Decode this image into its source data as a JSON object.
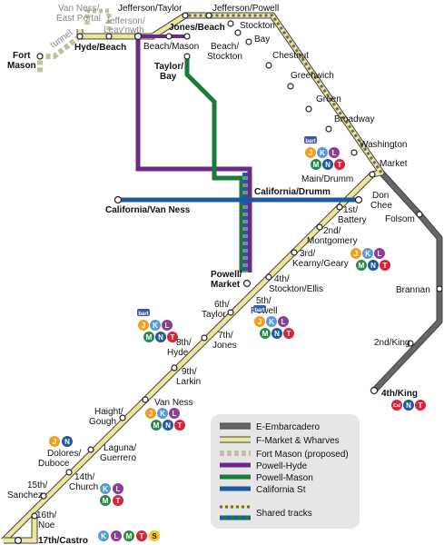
{
  "colors": {
    "e_embarcadero": "#5a5a5a",
    "f_market": "#e8e3a0",
    "fort_mason": "#c2c0a0",
    "powell_hyde": "#6b2a88",
    "powell_mason": "#1a7a3a",
    "california": "#1b5aa0",
    "line_outline": "#444444",
    "badge_J": "#f0a020",
    "badge_K": "#5b9bd5",
    "badge_L": "#8e3c9a",
    "badge_M": "#2a8a4a",
    "badge_N": "#1f5a9a",
    "badge_T": "#d6243a",
    "badge_S": "#f5c518",
    "badge_muni": "#3a5ab0",
    "legend_bg": "#e6e6e6"
  },
  "stations": {
    "van_ness_east_portal": "Van Ness/\nEast Portal",
    "tunnel": "tunnel",
    "fort_mason": "Fort\nMason",
    "jefferson_leav": "Jefferson/\nLeav'nwth",
    "jefferson_taylor": "Jefferson/Taylor",
    "jefferson_powell": "Jefferson/Powell",
    "hyde_beach": "Hyde/Beach",
    "jones_beach": "Jones/Beach",
    "beach_mason": "Beach/Mason",
    "beach_stockton": "Beach/\nStockton",
    "stockton": "Stockton",
    "bay": "Bay",
    "chestnut": "Chestnut",
    "greenwich": "Greenwich",
    "green": "Green",
    "broadway": "Broadway",
    "washington": "Washington",
    "market": "Market",
    "taylor_bay": "Taylor/\nBay",
    "main_drumm": "Main/Drumm",
    "california_drumm": "California/Drumm",
    "california_van_ness": "California/Van Ness",
    "don_chee": "Don\nChee",
    "folsom": "Folsom",
    "first_battery": "1st/\nBattery",
    "second_montgomery": "2nd/\nMontgomery",
    "third_kearny": "3rd/\nKearny/Geary",
    "brannan": "Brannan",
    "powell_market": "Powell/\nMarket",
    "fourth_stockton": "4th/\nStockton/Ellis",
    "fifth_powell": "5th/\nPowell",
    "sixth_taylor": "6th/\nTaylor",
    "seventh_jones": "7th/\nJones",
    "eighth_hyde": "8th/\nHyde",
    "second_king": "2nd/King",
    "fourth_king": "4th/King",
    "ninth_larkin": "9th/\nLarkin",
    "haight_gough": "Haight/\nGough",
    "van_ness": "Van Ness",
    "dolores_duboce": "Dolores/\nDuboce",
    "laguna_guerrero": "Laguna/\nGuerrero",
    "fourteenth_church": "14th/\nChurch",
    "fifteenth_sanchez": "15th/\nSanchez",
    "sixteenth_noe": "16th/\nNoe",
    "seventeenth_castro": "17th/Castro"
  },
  "badges": {
    "J": "J",
    "K": "K",
    "L": "L",
    "M": "M",
    "N": "N",
    "T": "T",
    "S": "S",
    "muni": "bart",
    "caltrain": "Cal"
  },
  "legend": {
    "items": [
      {
        "label": "E-Embarcadero"
      },
      {
        "label": "F-Market & Wharves"
      },
      {
        "label": "Fort Mason (proposed)"
      },
      {
        "label": "Powell-Hyde"
      },
      {
        "label": "Powell-Mason"
      },
      {
        "label": "California St"
      },
      {
        "label": "Shared tracks"
      }
    ]
  }
}
